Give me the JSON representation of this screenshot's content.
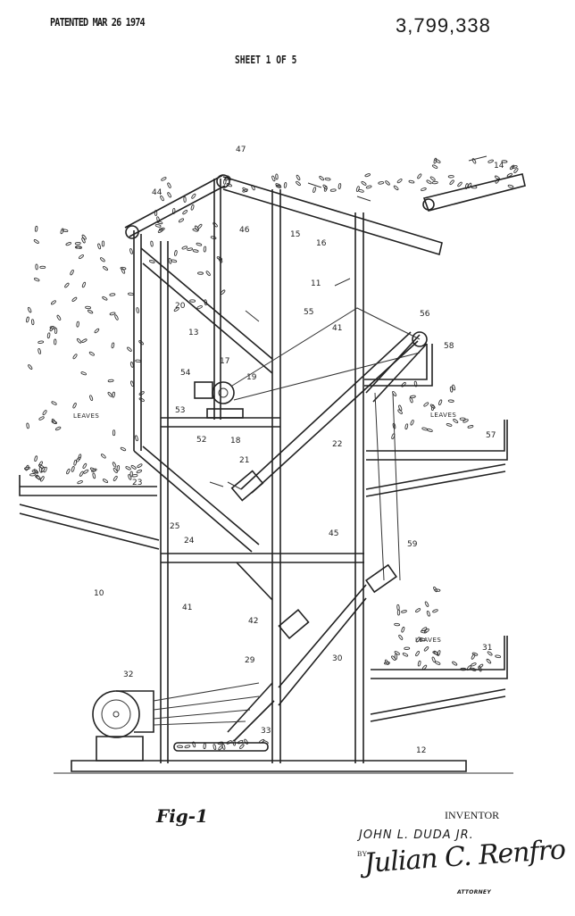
{
  "header": {
    "patented": "PATENTED MAR 26 1974",
    "patent_number": "3,799,338",
    "sheet": "SHEET 1 OF 5"
  },
  "figure": {
    "label": "Fig-1",
    "reference_numerals": [
      "14",
      "47",
      "44",
      "46",
      "15",
      "16",
      "11",
      "20",
      "13",
      "55",
      "41",
      "56",
      "58",
      "54",
      "17",
      "19",
      "53",
      "52",
      "18",
      "21",
      "22",
      "57",
      "23",
      "25",
      "24",
      "45",
      "59",
      "10",
      "41",
      "42",
      "30",
      "29",
      "32",
      "33",
      "31",
      "12"
    ],
    "leaves_labels": [
      "LEAVES",
      "LEAVES",
      "LEAVES"
    ]
  },
  "inventor": {
    "label": "INVENTOR",
    "name": "JOHN L. DUDA JR.",
    "by": "BY",
    "attorney_signature": "Julian C. Renfro",
    "attorney_title": "ATTORNEY"
  }
}
